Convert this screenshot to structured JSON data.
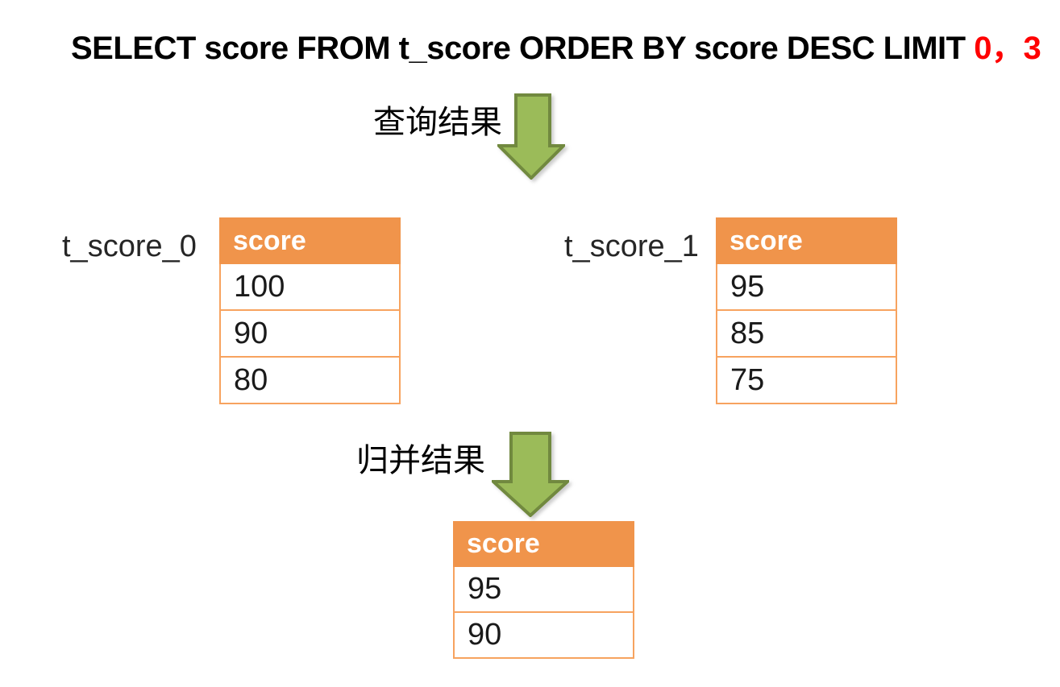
{
  "title": {
    "sql": "SELECT score FROM t_score ORDER BY score DESC LIMIT ",
    "highlight": "0，3"
  },
  "flow": {
    "step1_label": "查询结果",
    "step2_label": "归并结果"
  },
  "tables": {
    "left": {
      "label": "t_score_0",
      "header": "score",
      "rows": [
        "100",
        "90",
        "80"
      ]
    },
    "right": {
      "label": "t_score_1",
      "header": "score",
      "rows": [
        "95",
        "85",
        "75"
      ]
    },
    "merged": {
      "header": "score",
      "rows": [
        "95",
        "90"
      ]
    }
  },
  "icons": {
    "arrow1": "down-arrow",
    "arrow2": "down-arrow"
  },
  "colors": {
    "header_bg": "#F0944B",
    "table_border": "#F7A35F",
    "arrow_fill": "#9BBB59",
    "arrow_stroke": "#71893F",
    "highlight": "#FF0000",
    "text": "#1A1A1A"
  }
}
